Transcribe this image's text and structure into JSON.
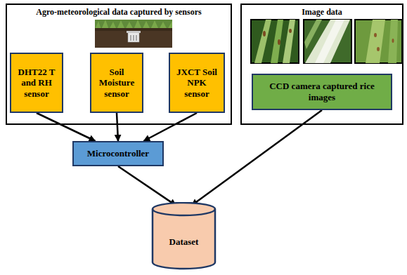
{
  "diagram": {
    "nodes": [
      {
        "text": [
          "Agro-meteorological data captured by sensors"
        ]
      },
      {
        "text": [
          "DHT22 T and RH sensor"
        ],
        "in": 0
      },
      {
        "text": [
          "Soil Moisture sensor"
        ],
        "in": 0
      },
      {
        "text": [
          "JXCT Soil NPK sensor"
        ],
        "in": 0
      },
      {
        "text": [
          "Image data"
        ]
      },
      {
        "text": [
          "CCD camera captured rice images"
        ],
        "in": 4
      },
      {
        "text": [
          "Microcontroller"
        ]
      },
      {
        "text": [
          "Dataset"
        ]
      }
    ],
    "edges": [
      {
        "from": 1,
        "to": 6,
        "arrow": "to"
      },
      {
        "from": 2,
        "to": 6,
        "arrow": "to"
      },
      {
        "from": 3,
        "to": 6,
        "arrow": "to"
      },
      {
        "from": 6,
        "to": 7,
        "arrow": "to"
      },
      {
        "from": 5,
        "to": 7,
        "arrow": "to"
      }
    ]
  }
}
